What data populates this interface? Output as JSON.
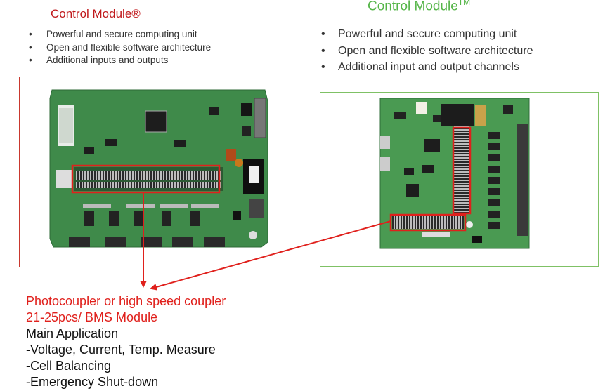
{
  "left_panel": {
    "title": "Control Module®",
    "bullets": [
      "Powerful and secure computing unit",
      "Open and flexible software architecture",
      "Additional inputs and outputs"
    ]
  },
  "right_panel": {
    "title": "Control Module",
    "title_mark": "TM",
    "bullets": [
      "Powerful and secure computing unit",
      "Open and flexible software architecture",
      "Additional input and output channels"
    ]
  },
  "description": {
    "heading_line1": "Photocoupler or high speed coupler",
    "heading_line2": "21-25pcs/ BMS Module",
    "subheading": "Main Application",
    "items": [
      "-Voltage, Current, Temp. Measure",
      "-Cell Balancing",
      "-Emergency Shut-down"
    ]
  },
  "colors": {
    "highlight_red": "#e0201c",
    "title_red": "#c0191c",
    "title_green": "#55b548",
    "pcb_green": "#3f8a4a"
  }
}
